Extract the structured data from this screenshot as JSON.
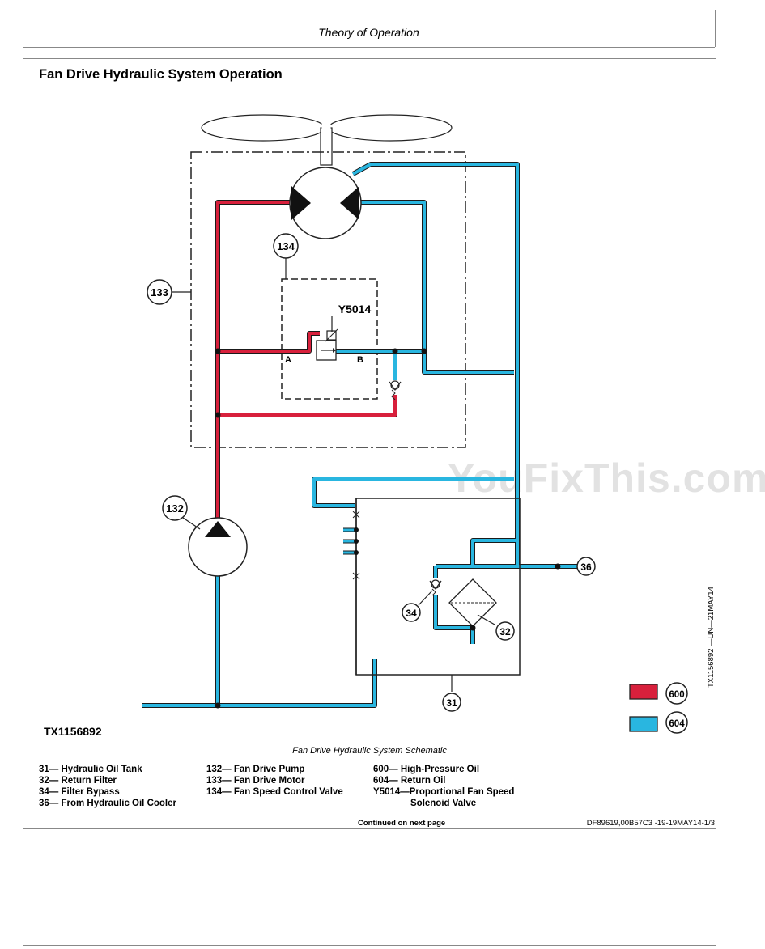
{
  "header": {
    "title": "Theory of Operation"
  },
  "section": {
    "title": "Fan Drive Hydraulic System Operation"
  },
  "diagram": {
    "figure_id": "TX1156892",
    "caption": "Fan Drive Hydraulic System Schematic",
    "vertical_ref": "TX1156892 —UN—21MAY14",
    "watermark": "YouFixThis.com",
    "colors": {
      "high_pressure": "#d8203c",
      "return_oil": "#29b6e0"
    },
    "callouts": {
      "c31": "31",
      "c32": "32",
      "c34": "34",
      "c36": "36",
      "c132": "132",
      "c133": "133",
      "c134": "134",
      "c600": "600",
      "c604": "604"
    },
    "labels": {
      "valve": "Y5014",
      "port_a": "A",
      "port_b": "B"
    }
  },
  "legend": {
    "col1": [
      "31— Hydraulic Oil Tank",
      "32— Return Filter",
      "34— Filter Bypass",
      "36— From Hydraulic Oil Cooler"
    ],
    "col2": [
      "132— Fan Drive Pump",
      "133— Fan Drive Motor",
      "134— Fan Speed Control Valve"
    ],
    "col3": [
      "600— High-Pressure Oil",
      "604— Return Oil",
      "Y5014—Proportional Fan Speed",
      "Solenoid Valve"
    ]
  },
  "footer": {
    "continued": "Continued on next page",
    "docref": "DF89619,00B57C3 -19-19MAY14-1/3"
  }
}
